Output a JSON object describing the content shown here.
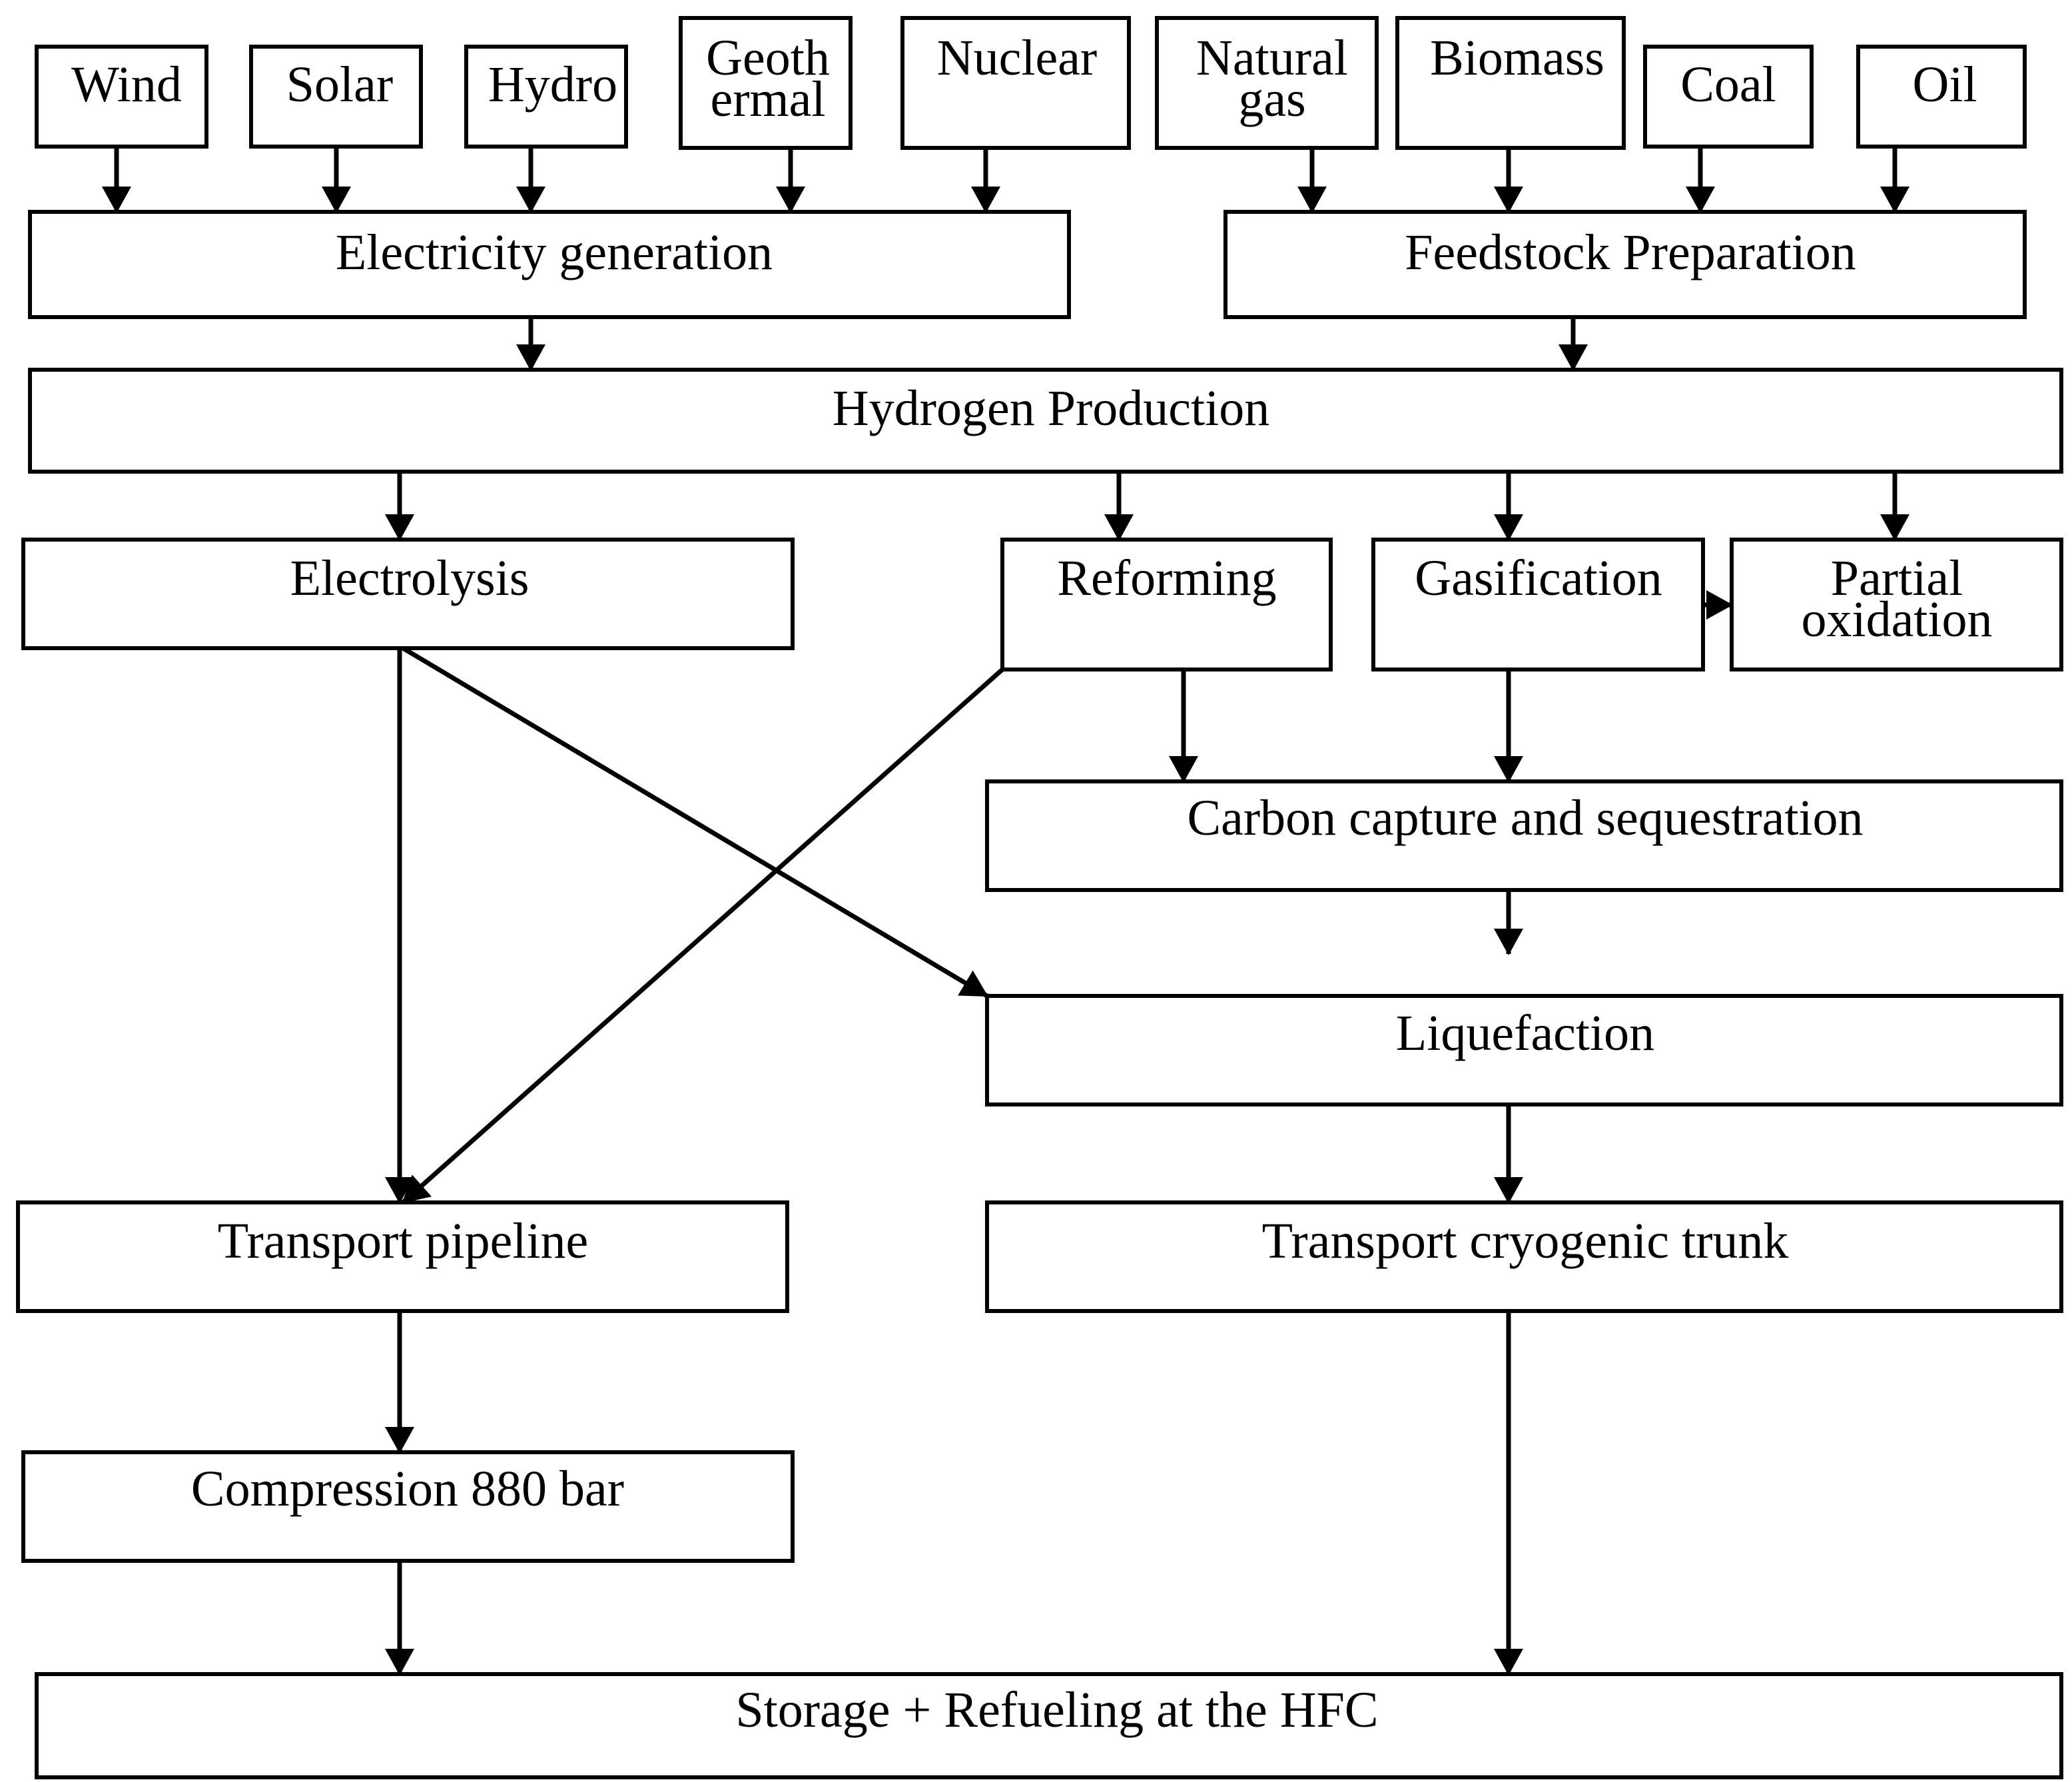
{
  "nodes": {
    "wind": {
      "lines": [
        "Wind"
      ]
    },
    "solar": {
      "lines": [
        "Solar"
      ]
    },
    "hydro": {
      "lines": [
        "Hydro"
      ]
    },
    "geothermal": {
      "lines": [
        "Geoth",
        "ermal"
      ]
    },
    "nuclear": {
      "lines": [
        "Nuclear"
      ]
    },
    "natural_gas": {
      "lines": [
        "Natural",
        "gas"
      ]
    },
    "biomass": {
      "lines": [
        "Biomass"
      ]
    },
    "coal": {
      "lines": [
        "Coal"
      ]
    },
    "oil": {
      "lines": [
        "Oil"
      ]
    },
    "electricity_generation": {
      "lines": [
        "Electricity generation"
      ]
    },
    "feedstock_preparation": {
      "lines": [
        "Feedstock Preparation"
      ]
    },
    "hydrogen_production": {
      "lines": [
        "Hydrogen Production"
      ]
    },
    "electrolysis": {
      "lines": [
        "Electrolysis"
      ]
    },
    "reforming": {
      "lines": [
        "Reforming"
      ]
    },
    "gasification": {
      "lines": [
        "Gasification"
      ]
    },
    "partial_oxidation": {
      "lines": [
        "Partial",
        "oxidation"
      ]
    },
    "carbon_capture": {
      "lines": [
        "Carbon capture and sequestration"
      ]
    },
    "liquefaction": {
      "lines": [
        "Liquefaction"
      ]
    },
    "transport_pipeline": {
      "lines": [
        "Transport pipeline"
      ]
    },
    "transport_cryogenic": {
      "lines": [
        "Transport cryogenic trunk"
      ]
    },
    "compression": {
      "lines": [
        "Compression 880 bar"
      ]
    },
    "storage_refueling": {
      "lines": [
        "Storage + Refueling at the HFC"
      ]
    }
  },
  "edges": [
    {
      "from": "wind",
      "to": "electricity_generation"
    },
    {
      "from": "solar",
      "to": "electricity_generation"
    },
    {
      "from": "hydro",
      "to": "electricity_generation"
    },
    {
      "from": "geothermal",
      "to": "electricity_generation"
    },
    {
      "from": "nuclear",
      "to": "electricity_generation"
    },
    {
      "from": "natural_gas",
      "to": "feedstock_preparation"
    },
    {
      "from": "biomass",
      "to": "feedstock_preparation"
    },
    {
      "from": "coal",
      "to": "feedstock_preparation"
    },
    {
      "from": "oil",
      "to": "feedstock_preparation"
    },
    {
      "from": "electricity_generation",
      "to": "hydrogen_production"
    },
    {
      "from": "feedstock_preparation",
      "to": "hydrogen_production"
    },
    {
      "from": "hydrogen_production",
      "to": "electrolysis"
    },
    {
      "from": "hydrogen_production",
      "to": "reforming"
    },
    {
      "from": "hydrogen_production",
      "to": "gasification"
    },
    {
      "from": "hydrogen_production",
      "to": "partial_oxidation"
    },
    {
      "from": "gasification",
      "to": "partial_oxidation"
    },
    {
      "from": "reforming",
      "to": "carbon_capture"
    },
    {
      "from": "gasification",
      "to": "carbon_capture"
    },
    {
      "from": "carbon_capture",
      "to": "liquefaction"
    },
    {
      "from": "electrolysis",
      "to": "transport_pipeline"
    },
    {
      "from": "electrolysis",
      "to": "liquefaction"
    },
    {
      "from": "reforming",
      "to": "transport_pipeline"
    },
    {
      "from": "liquefaction",
      "to": "transport_cryogenic"
    },
    {
      "from": "transport_pipeline",
      "to": "compression"
    },
    {
      "from": "compression",
      "to": "storage_refueling"
    },
    {
      "from": "transport_cryogenic",
      "to": "storage_refueling"
    }
  ],
  "colors": {
    "stroke": "#000000",
    "background": "#ffffff"
  }
}
